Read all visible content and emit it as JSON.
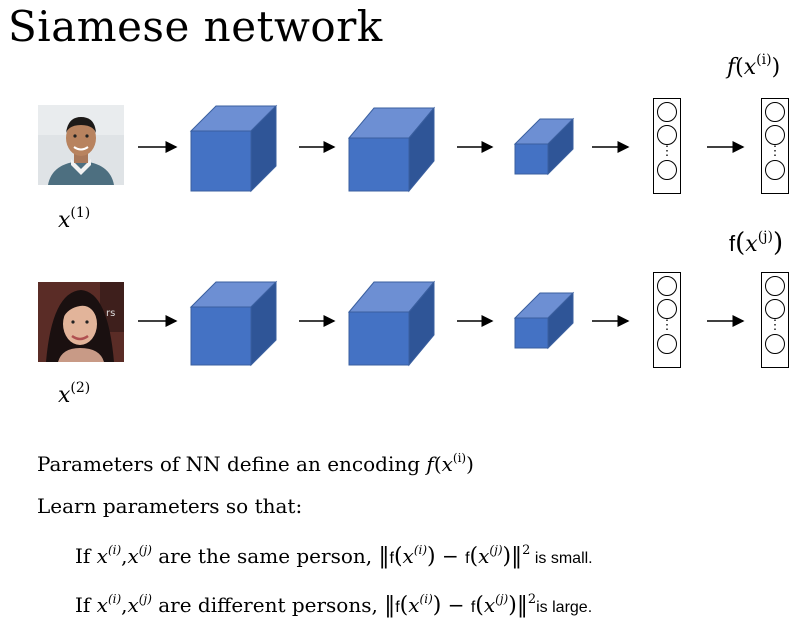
{
  "title": "Siamese network",
  "top": {
    "output_label_f": "f",
    "output_label_arg": "x",
    "output_label_sup": "(i)",
    "input_label_var": "x",
    "input_label_sup": "(1)"
  },
  "bottom": {
    "output_label_f": "f",
    "output_label_arg": "x",
    "output_label_sup": "(j)",
    "input_label_var": "x",
    "input_label_sup": "(2)"
  },
  "text": {
    "line1_prefix": "Parameters of NN define an encoding ",
    "line1_f": "f",
    "line1_x": "x",
    "line1_sup": "(i)",
    "line2": "Learn parameters so that:",
    "rule1_if": "If ",
    "rule1_mid": " are the same person, ",
    "rule1_tail": " is small.",
    "rule2_if": "If ",
    "rule2_mid": " are different persons, ",
    "rule2_tail": "is large.",
    "sup_i": "(i)",
    "sup_j": "(j)",
    "sup_2": "2",
    "var_x": "x",
    "f_upright": "f",
    "minus": "−",
    "comma": ","
  },
  "colors": {
    "cube_front": "#4472c4",
    "cube_top": "#6d8fd3",
    "cube_side": "#2f5597"
  },
  "icons": {
    "arrow": "right-arrow-icon",
    "photo1": "face-photo-man",
    "photo2": "face-photo-woman"
  }
}
